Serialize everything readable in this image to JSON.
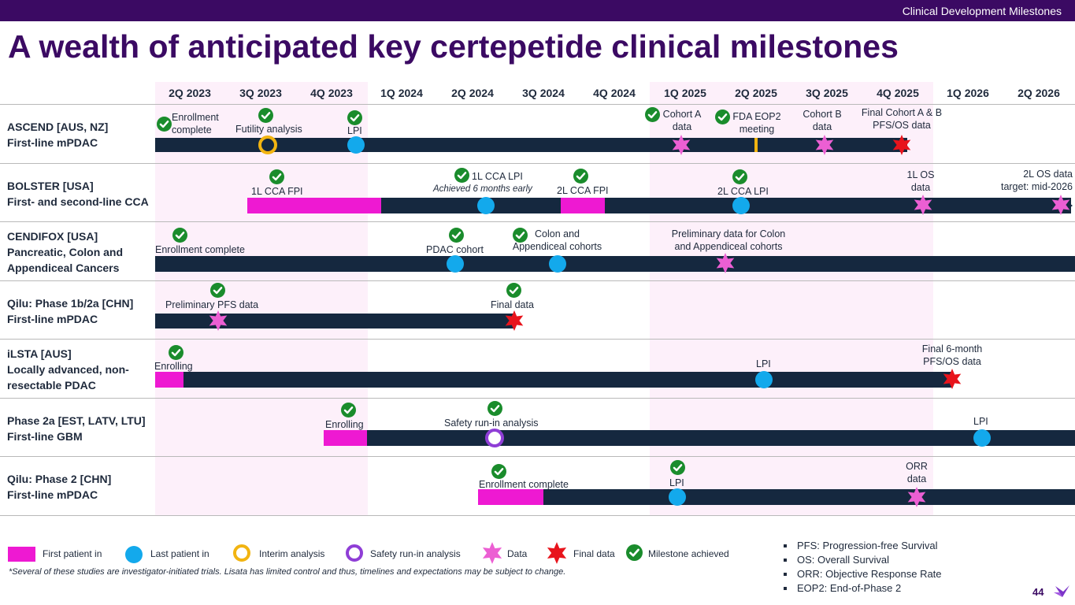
{
  "header": {
    "section_label": "Clinical Development Milestones"
  },
  "title": "A wealth of anticipated key certepetide clinical milestones",
  "quarters": [
    "2Q 2023",
    "3Q 2023",
    "4Q 2023",
    "1Q 2024",
    "2Q 2024",
    "3Q 2024",
    "4Q 2024",
    "1Q 2025",
    "2Q 2025",
    "3Q 2025",
    "4Q 2025",
    "1Q 2026",
    "2Q 2026"
  ],
  "studies": [
    {
      "name": "ASCEND [AUS, NZ]",
      "sub1": "First-line mPDAC",
      "sub2": ""
    },
    {
      "name": "BOLSTER [USA]",
      "sub1": "First- and second-line CCA",
      "sub2": ""
    },
    {
      "name": "CENDIFOX [USA]",
      "sub1": "Pancreatic, Colon and",
      "sub2": "Appendiceal Cancers"
    },
    {
      "name": "Qilu: Phase 1b/2a [CHN]",
      "sub1": "First-line mPDAC",
      "sub2": ""
    },
    {
      "name": "iLSTA [AUS]",
      "sub1": "Locally advanced, non-",
      "sub2": "resectable PDAC"
    },
    {
      "name": "Phase 2a [EST, LATV, LTU]",
      "sub1": "First-line GBM",
      "sub2": ""
    },
    {
      "name": "Qilu: Phase 2 [CHN]",
      "sub1": "First-line mPDAC",
      "sub2": ""
    }
  ],
  "annotations": {
    "ascend": {
      "enrollment": [
        "Enrollment",
        "complete"
      ],
      "futility": "Futility analysis",
      "lpi": "LPI",
      "cohort_a": [
        "Cohort A",
        "data"
      ],
      "fda_eop2": [
        "FDA EOP2",
        "meeting"
      ],
      "cohort_b": [
        "Cohort B",
        "data"
      ],
      "final_ab": [
        "Final Cohort A & B",
        "PFS/OS data"
      ]
    },
    "bolster": {
      "fpi_1l": "1L CCA FPI",
      "lpi_1l": "1L CCA LPI",
      "lpi_1l_note": "Achieved 6 months early",
      "fpi_2l": "2L CCA FPI",
      "lpi_2l": "2L CCA LPI",
      "os_1l": [
        "1L OS",
        "data"
      ],
      "os_2l": [
        "2L OS data",
        "target: mid-2026"
      ]
    },
    "cendifox": {
      "enrollment": "Enrollment complete",
      "pdac": "PDAC cohort",
      "colon": [
        "Colon and",
        "Appendiceal cohorts"
      ],
      "prelim": [
        "Preliminary data for Colon",
        "and Appendiceal cohorts"
      ]
    },
    "qilu1": {
      "prelim": "Preliminary PFS data",
      "final": "Final data"
    },
    "ilsta": {
      "enrolling": "Enrolling",
      "lpi": "LPI",
      "final": [
        "Final 6-month",
        "PFS/OS data"
      ]
    },
    "phase2a": {
      "enrolling": "Enrolling",
      "safety": "Safety run-in analysis",
      "lpi": "LPI"
    },
    "qilu2": {
      "enrollment": "Enrollment complete",
      "lpi": "LPI",
      "orr": [
        "ORR",
        "data"
      ]
    }
  },
  "legend": {
    "first_patient": "First patient in",
    "last_patient": "Last patient in",
    "interim": "Interim analysis",
    "safety": "Safety run-in analysis",
    "data": "Data",
    "final_data": "Final data",
    "achieved": "Milestone achieved"
  },
  "footnote": "*Several of these studies are investigator-initiated trials. Lisata has limited control and thus, timelines and expectations may be subject to change.",
  "definitions": [
    "PFS: Progression-free Survival",
    "OS: Overall Survival",
    "ORR: Objective Response Rate",
    "EOP2: End-of-Phase 2"
  ],
  "page_number": "44",
  "colors": {
    "purple": "#3b0a63",
    "navy": "#15283f",
    "magenta": "#ee19d2",
    "cyan": "#13a9ec",
    "gold": "#f2b411",
    "violet": "#8f3ed6",
    "pink_star": "#ec5fd3",
    "red_star": "#e8141c",
    "check_green": "#1a8c2c",
    "band": "#fdf0fa"
  },
  "icons": [
    "check-icon",
    "star-icon",
    "circle-icon",
    "ring-icon",
    "bar-icon",
    "logo-icon"
  ]
}
